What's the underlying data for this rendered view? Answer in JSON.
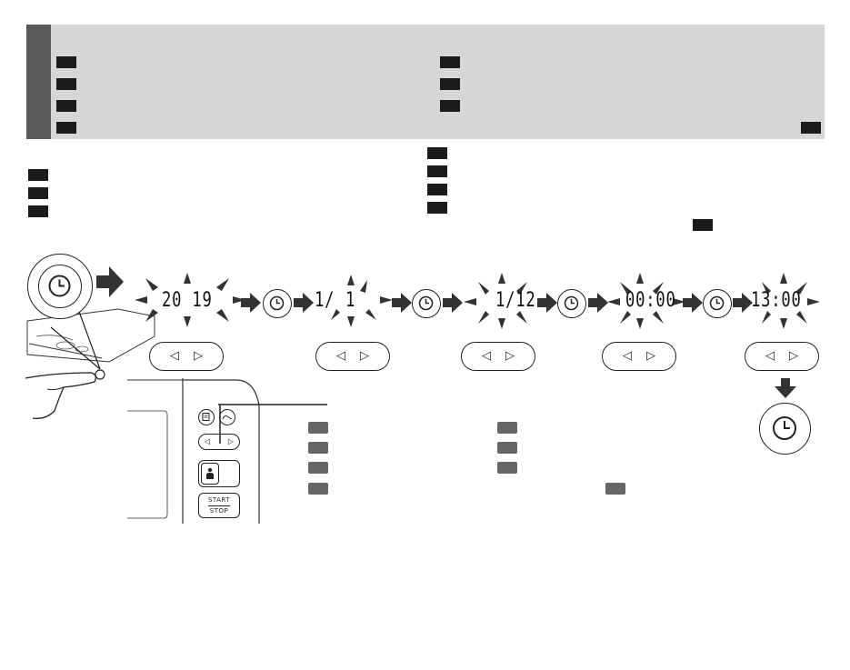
{
  "display": {
    "year": "20 19",
    "month_day": "1",
    "date": "1/12",
    "time_zero": "00:00",
    "time_set": "13:00"
  },
  "panel": {
    "start_label": "START",
    "stop_label": "STOP"
  },
  "icons": {
    "clock": "clock-icon",
    "left": "left-arrow-icon",
    "right": "right-arrow-icon",
    "flow": "flow-arrow-icon",
    "notepad": "notepad-icon",
    "shoe": "shoe-icon",
    "person": "person-icon"
  },
  "colors": {
    "banner": "#d6d6d6",
    "banner_tab": "#5a5a5a",
    "tag": "#1b1b1b",
    "tag_grey": "#666666",
    "ink": "#222222"
  }
}
